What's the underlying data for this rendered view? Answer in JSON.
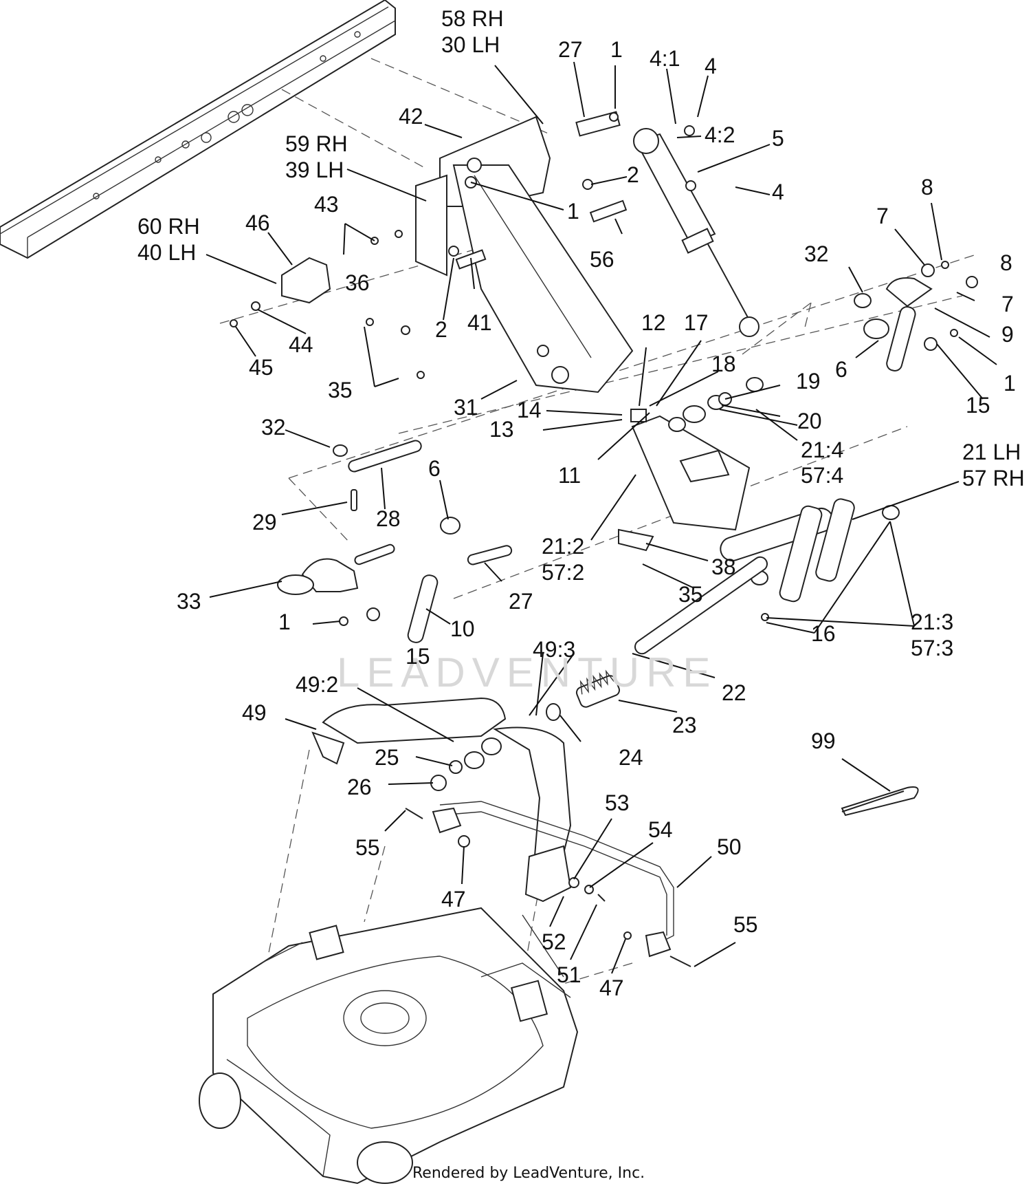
{
  "labels": {
    "l58rh": "58 RH",
    "l30lh": "30 LH",
    "l27a": "27",
    "l1a": "1",
    "l41a": "4:1",
    "l4a": "4",
    "l42": "42",
    "l42b": "4:2",
    "l5": "5",
    "l59rh": "59 RH",
    "l39lh": "39 LH",
    "l2a": "2",
    "l1b": "1",
    "l4b": "4",
    "l8a": "8",
    "l7a": "7",
    "l60rh": "60 RH",
    "l40lh": "40 LH",
    "l46": "46",
    "l43": "43",
    "l56": "56",
    "l32a": "32",
    "l8b": "8",
    "l7b": "7",
    "l36": "36",
    "l2b": "2",
    "l41": "41",
    "l12": "12",
    "l17": "17",
    "l9": "9",
    "l44": "44",
    "l45": "45",
    "l6a": "6",
    "l1c": "1",
    "l18": "18",
    "l35a": "35",
    "l31": "31",
    "l19": "19",
    "l15a": "15",
    "l14": "14",
    "l20": "20",
    "l13": "13",
    "l32b": "32",
    "l214": "21:4",
    "l574": "57:4",
    "l21lh": "21 LH",
    "l57rh": "57 RH",
    "l11": "11",
    "l6b": "6",
    "l29": "29",
    "l28": "28",
    "l212": "21:2",
    "l572": "57:2",
    "l38": "38",
    "l33": "33",
    "l27b": "27",
    "l35b": "35",
    "l1d": "1",
    "l10": "10",
    "l213": "21:3",
    "l573": "57:3",
    "l16": "16",
    "l15b": "15",
    "l493": "49:3",
    "l492": "49:2",
    "l22": "22",
    "l49": "49",
    "l23": "23",
    "l25": "25",
    "l24": "24",
    "l99": "99",
    "l26": "26",
    "l53": "53",
    "l54": "54",
    "l50": "50",
    "l55a": "55",
    "l47a": "47",
    "l52": "52",
    "l55b": "55",
    "l51": "51",
    "l47b": "47"
  },
  "watermark": "LEADVENTURE",
  "footer": "Rendered by LeadVenture, Inc."
}
